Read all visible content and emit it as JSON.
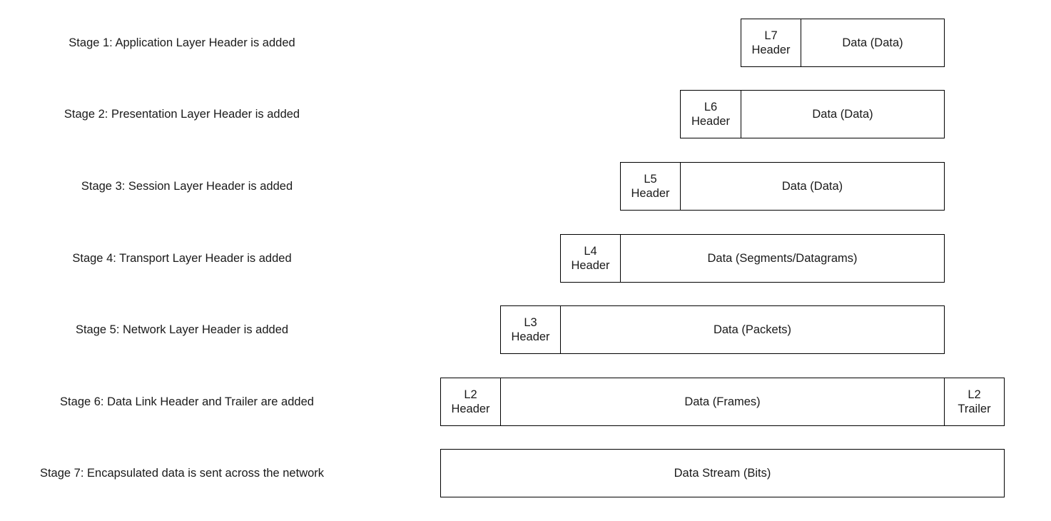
{
  "stages": [
    {
      "label": "Stage 1: Application Layer Header is added",
      "cells": [
        {
          "lines": [
            "L7",
            "Header"
          ]
        },
        {
          "lines": [
            "Data (Data)"
          ]
        }
      ]
    },
    {
      "label": "Stage 2: Presentation Layer Header is added",
      "cells": [
        {
          "lines": [
            "L6",
            "Header"
          ]
        },
        {
          "lines": [
            "Data (Data)"
          ]
        }
      ]
    },
    {
      "label": "Stage 3: Session Layer Header is added",
      "cells": [
        {
          "lines": [
            "L5",
            "Header"
          ]
        },
        {
          "lines": [
            "Data (Data)"
          ]
        }
      ]
    },
    {
      "label": "Stage 4: Transport Layer Header is added",
      "cells": [
        {
          "lines": [
            "L4",
            "Header"
          ]
        },
        {
          "lines": [
            "Data (Segments/Datagrams)"
          ]
        }
      ]
    },
    {
      "label": "Stage 5: Network Layer Header is added",
      "cells": [
        {
          "lines": [
            "L3",
            "Header"
          ]
        },
        {
          "lines": [
            "Data (Packets)"
          ]
        }
      ]
    },
    {
      "label": "Stage 6: Data Link Header and Trailer are added",
      "cells": [
        {
          "lines": [
            "L2",
            "Header"
          ]
        },
        {
          "lines": [
            "Data (Frames)"
          ]
        },
        {
          "lines": [
            "L2",
            "Trailer"
          ]
        }
      ]
    },
    {
      "label": "Stage 7: Encapsulated data is sent across the network",
      "cells": [
        {
          "lines": [
            "Data Stream (Bits)"
          ]
        }
      ]
    }
  ]
}
